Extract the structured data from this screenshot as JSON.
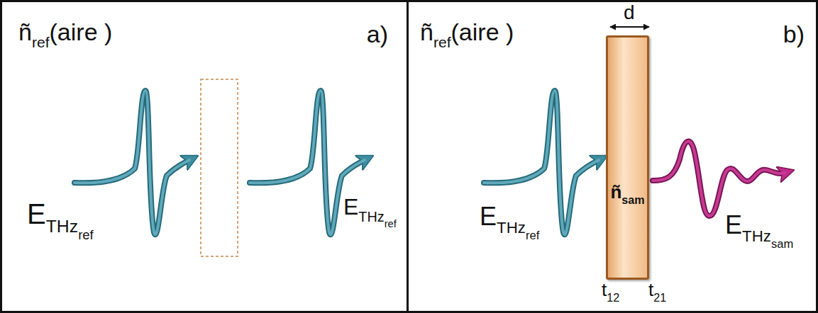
{
  "diagram": {
    "nodes": [
      {
        "text": [
          "a)"
        ]
      },
      {
        "text": [
          "b)"
        ]
      },
      {
        "text": [
          "ñ",
          "sam"
        ],
        "in": 1
      }
    ],
    "labels": [
      "ñ",
      "ref",
      "(aire )",
      "E",
      "THz",
      "ref",
      "E",
      "THz",
      "ref",
      "ñ",
      "ref",
      "(aire )",
      "d",
      "E",
      "THz",
      "ref",
      "E",
      "THz",
      "sam",
      "t",
      "12",
      "t",
      "21"
    ]
  }
}
